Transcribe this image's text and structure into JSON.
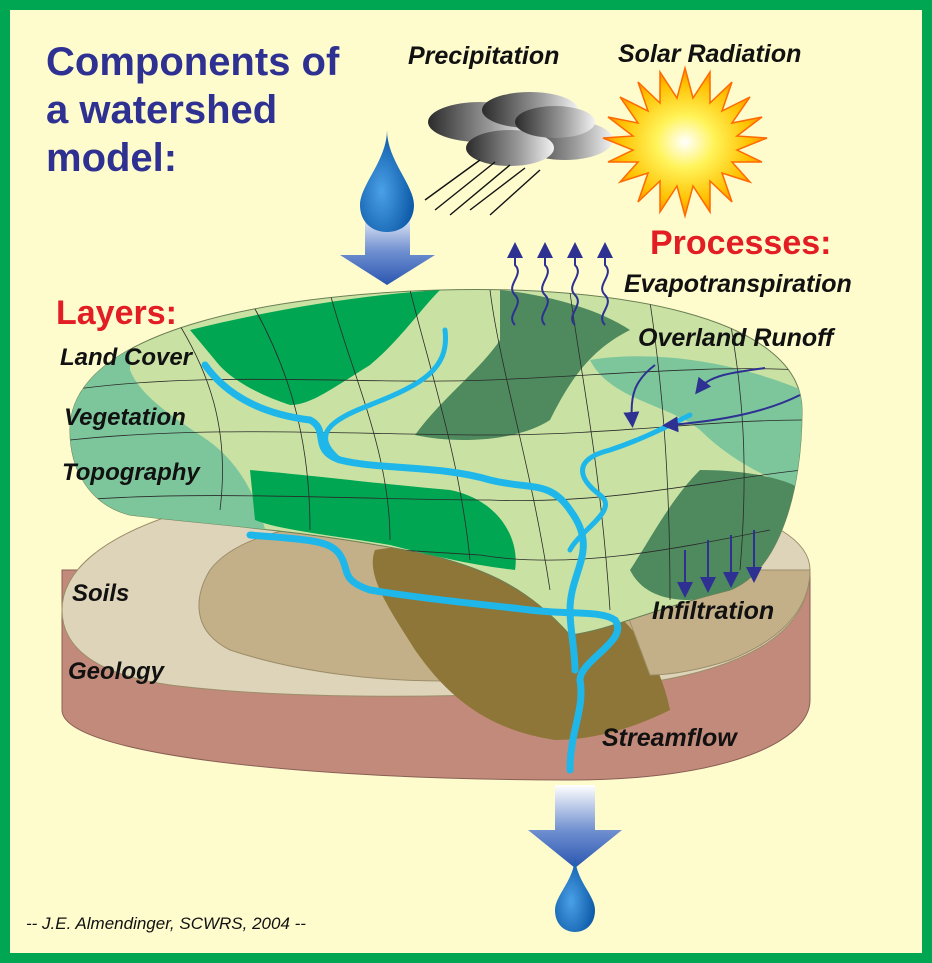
{
  "title": {
    "line1": "Components of",
    "line2": "a watershed",
    "line3": "model:"
  },
  "inputs": {
    "precipitation": "Precipitation",
    "solar_radiation": "Solar Radiation"
  },
  "layers": {
    "heading": "Layers:",
    "items": [
      "Land Cover",
      "Vegetation",
      "Topography",
      "Soils",
      "Geology"
    ]
  },
  "processes": {
    "heading": "Processes:",
    "items": [
      "Evapotranspiration",
      "Overland Runoff",
      "Infiltration",
      "Streamflow"
    ]
  },
  "credit": "-- J.E. Almendinger, SCWRS, 2004 --",
  "colors": {
    "border": "#00a651",
    "background": "#fefccd",
    "title": "#2e3192",
    "heading": "#e21d24",
    "stream": "#1fb7ea",
    "land_light": "#c9e2a3",
    "land_medium": "#7dc69c",
    "land_dark": "#00a651",
    "land_olive": "#4f8a5e",
    "soil_light": "#ded4b9",
    "soil_medium": "#c3b088",
    "soil_dark": "#8d7637",
    "geology": "#c28a7a",
    "arrow": "#2e3192"
  }
}
